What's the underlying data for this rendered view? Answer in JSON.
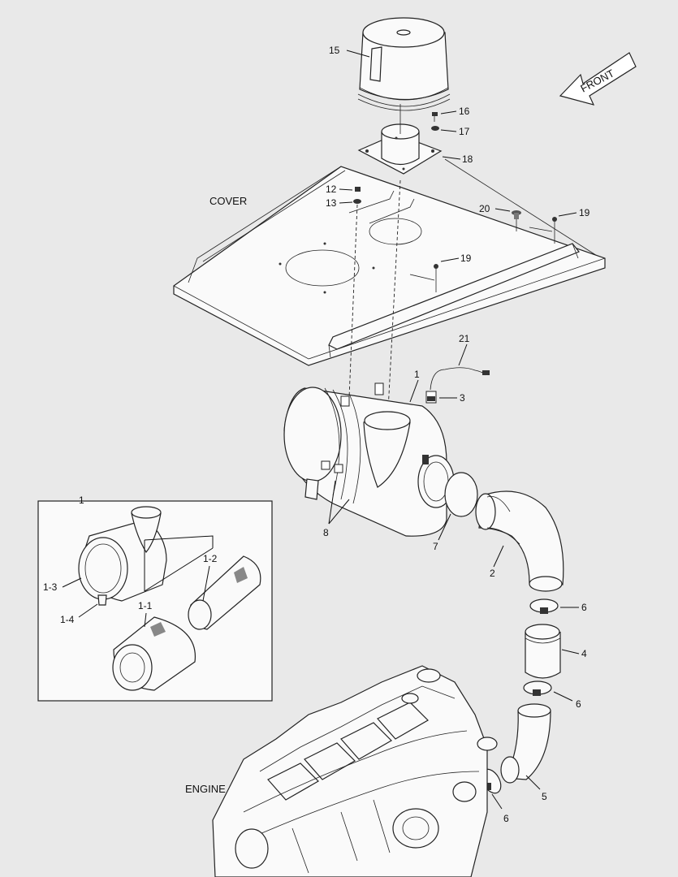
{
  "front_label": "FRONT",
  "cover_label": "COVER",
  "engine_label": "ENGINE",
  "callouts": {
    "c15": "15",
    "c16": "16",
    "c17": "17",
    "c18": "18",
    "c12": "12",
    "c13": "13",
    "c20": "20",
    "c19a": "19",
    "c19b": "19",
    "c21": "21",
    "c1": "1",
    "c3": "3",
    "c8": "8",
    "c7": "7",
    "c2": "2",
    "c6a": "6",
    "c4": "4",
    "c6b": "6",
    "c5": "5",
    "c6c": "6",
    "inset_1": "1",
    "inset_1_2": "1-2",
    "inset_1_3": "1-3",
    "inset_1_1": "1-1",
    "inset_1_4": "1-4"
  }
}
